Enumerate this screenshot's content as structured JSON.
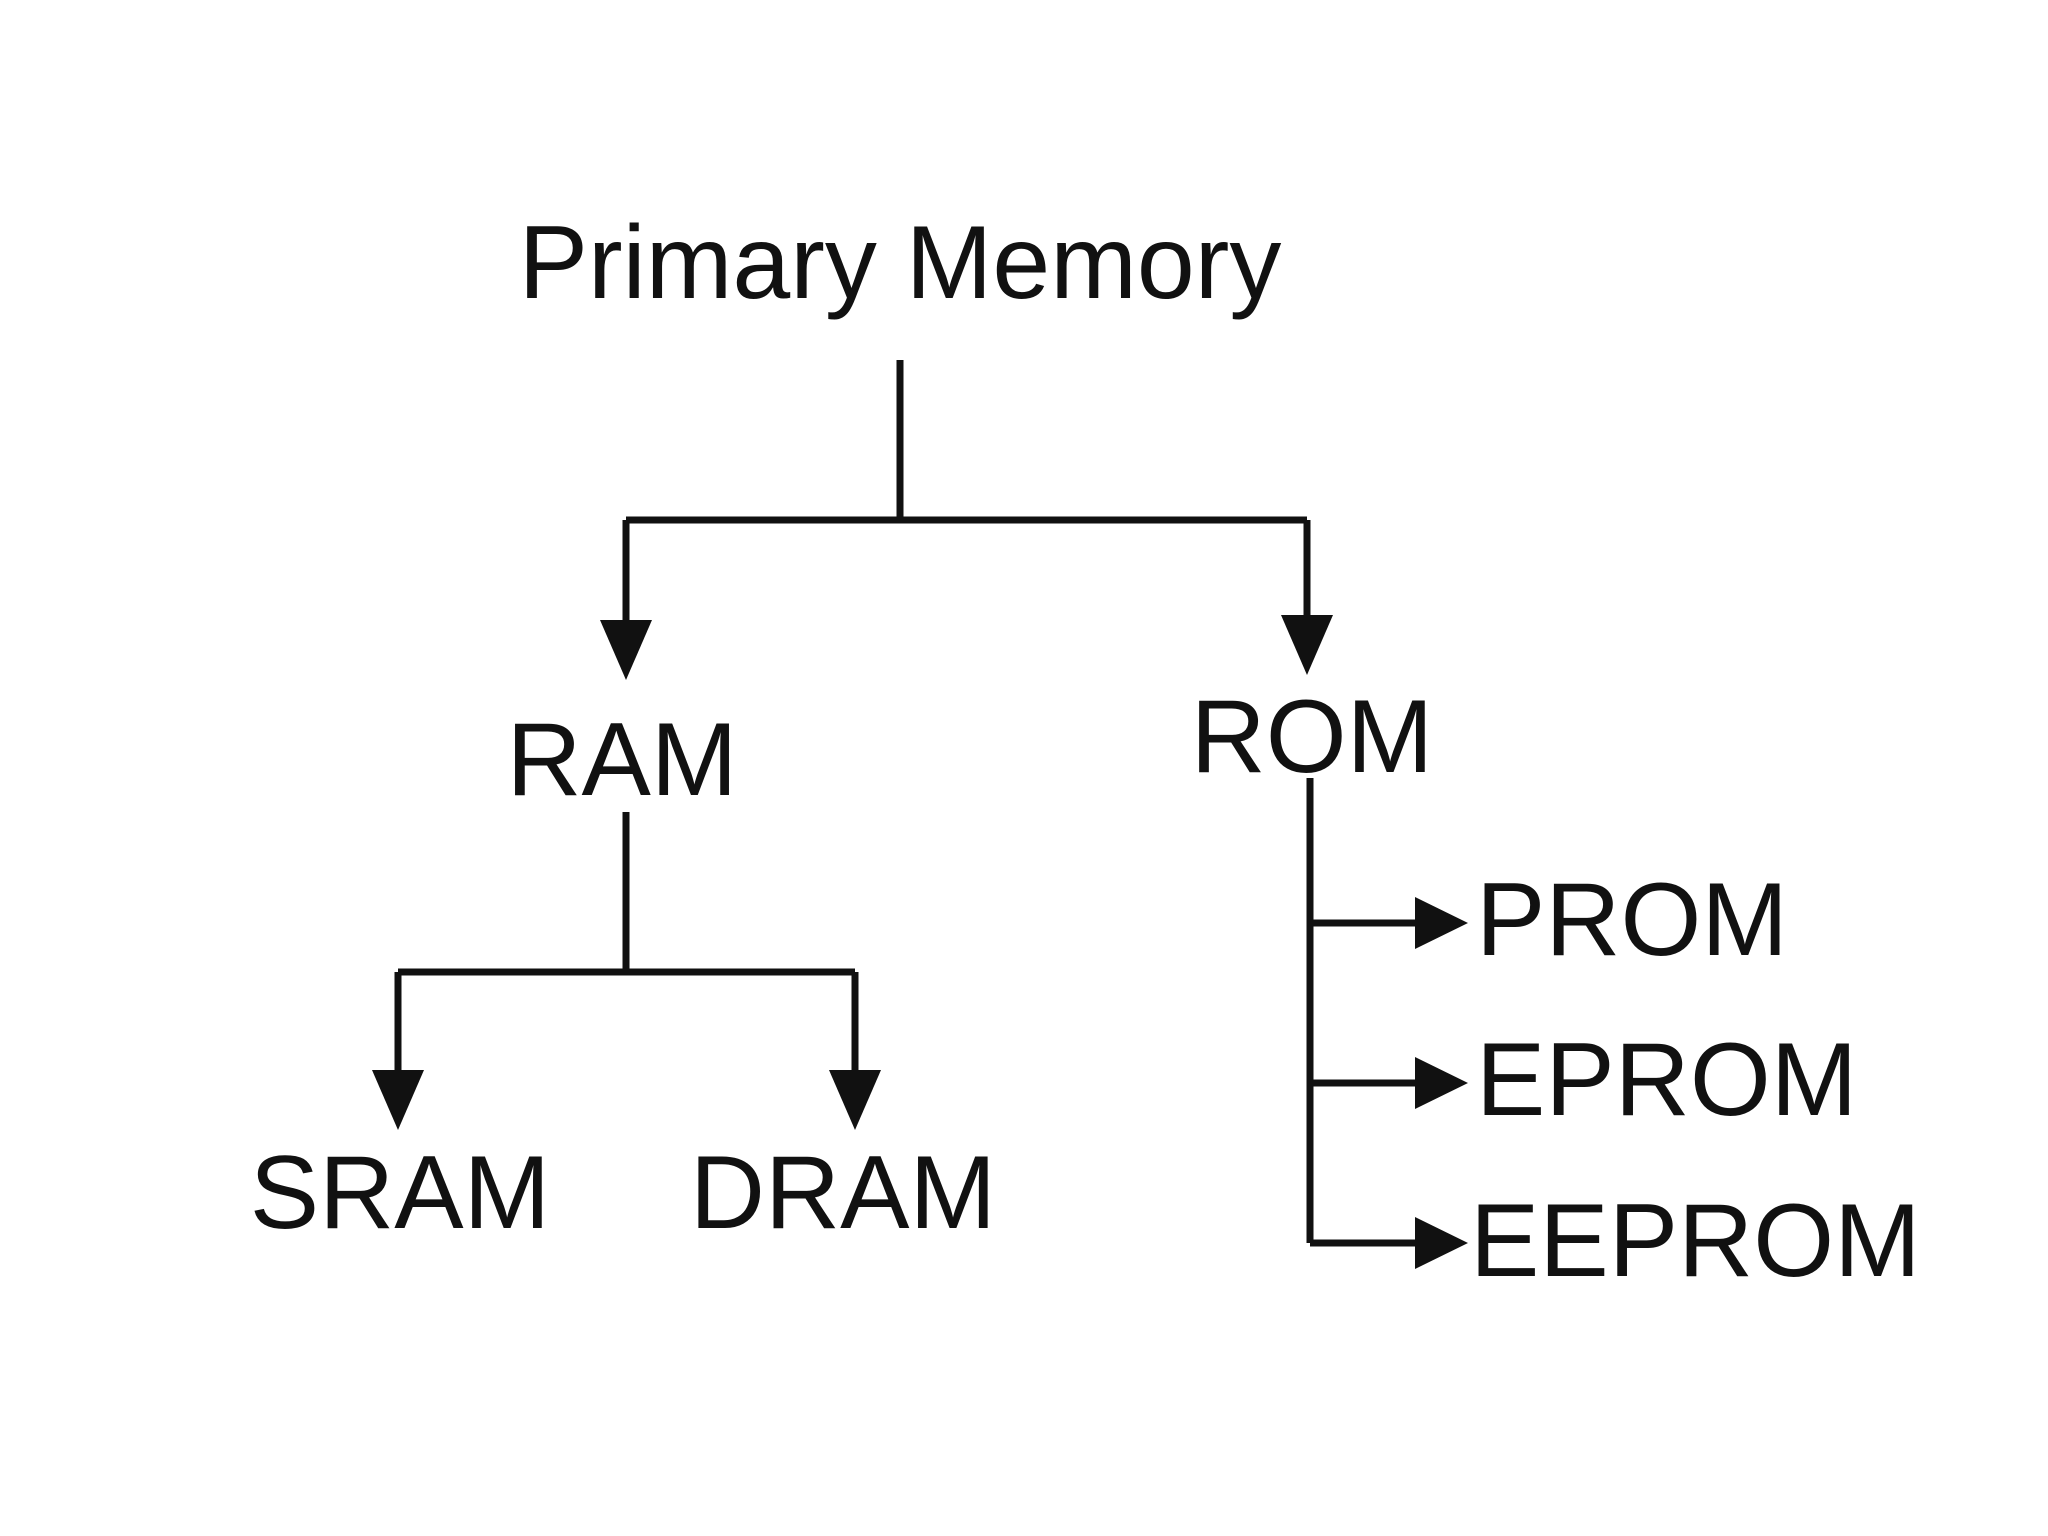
{
  "diagram": {
    "nodes": {
      "root": {
        "label": "Primary Memory"
      },
      "ram": {
        "label": "RAM"
      },
      "rom": {
        "label": "ROM"
      },
      "sram": {
        "label": "SRAM"
      },
      "dram": {
        "label": "DRAM"
      },
      "prom": {
        "label": "PROM"
      },
      "eprom": {
        "label": "EPROM"
      },
      "eeprom": {
        "label": "EEPROM"
      }
    },
    "edges": [
      {
        "from": "root",
        "to": "ram"
      },
      {
        "from": "root",
        "to": "rom"
      },
      {
        "from": "ram",
        "to": "sram"
      },
      {
        "from": "ram",
        "to": "dram"
      },
      {
        "from": "rom",
        "to": "prom"
      },
      {
        "from": "rom",
        "to": "eprom"
      },
      {
        "from": "rom",
        "to": "eeprom"
      }
    ],
    "colors": {
      "line": "#111111",
      "text": "#111111",
      "background": "#ffffff"
    }
  }
}
